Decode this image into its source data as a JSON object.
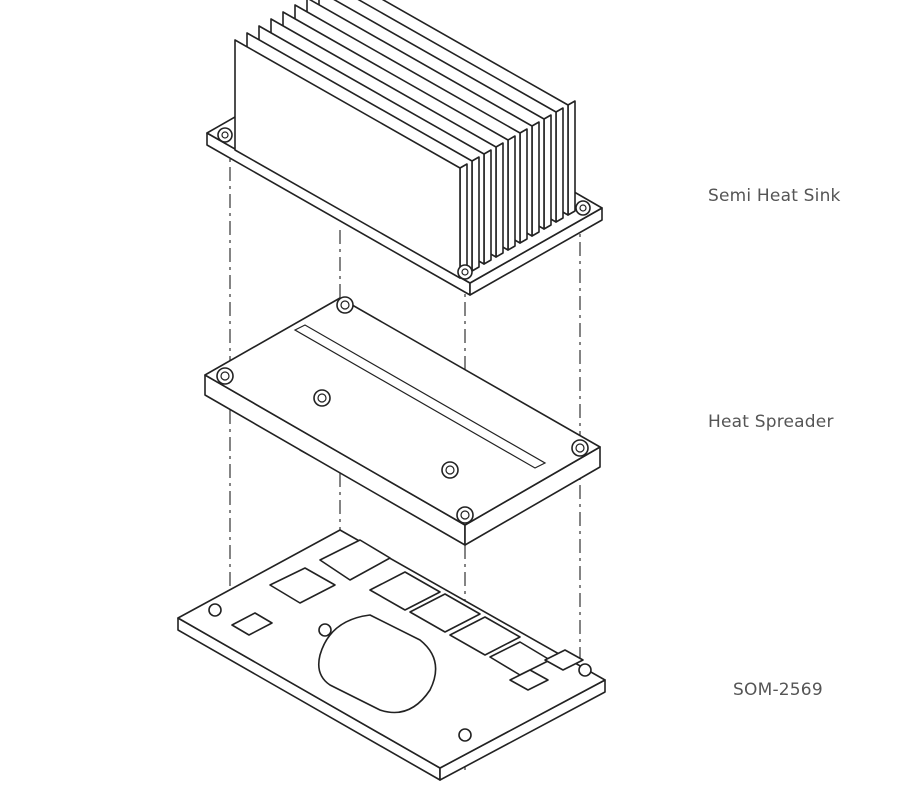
{
  "labels": {
    "heat_sink": "Semi Heat Sink",
    "heat_spreader": "Heat Spreader",
    "module": "SOM-2569"
  }
}
